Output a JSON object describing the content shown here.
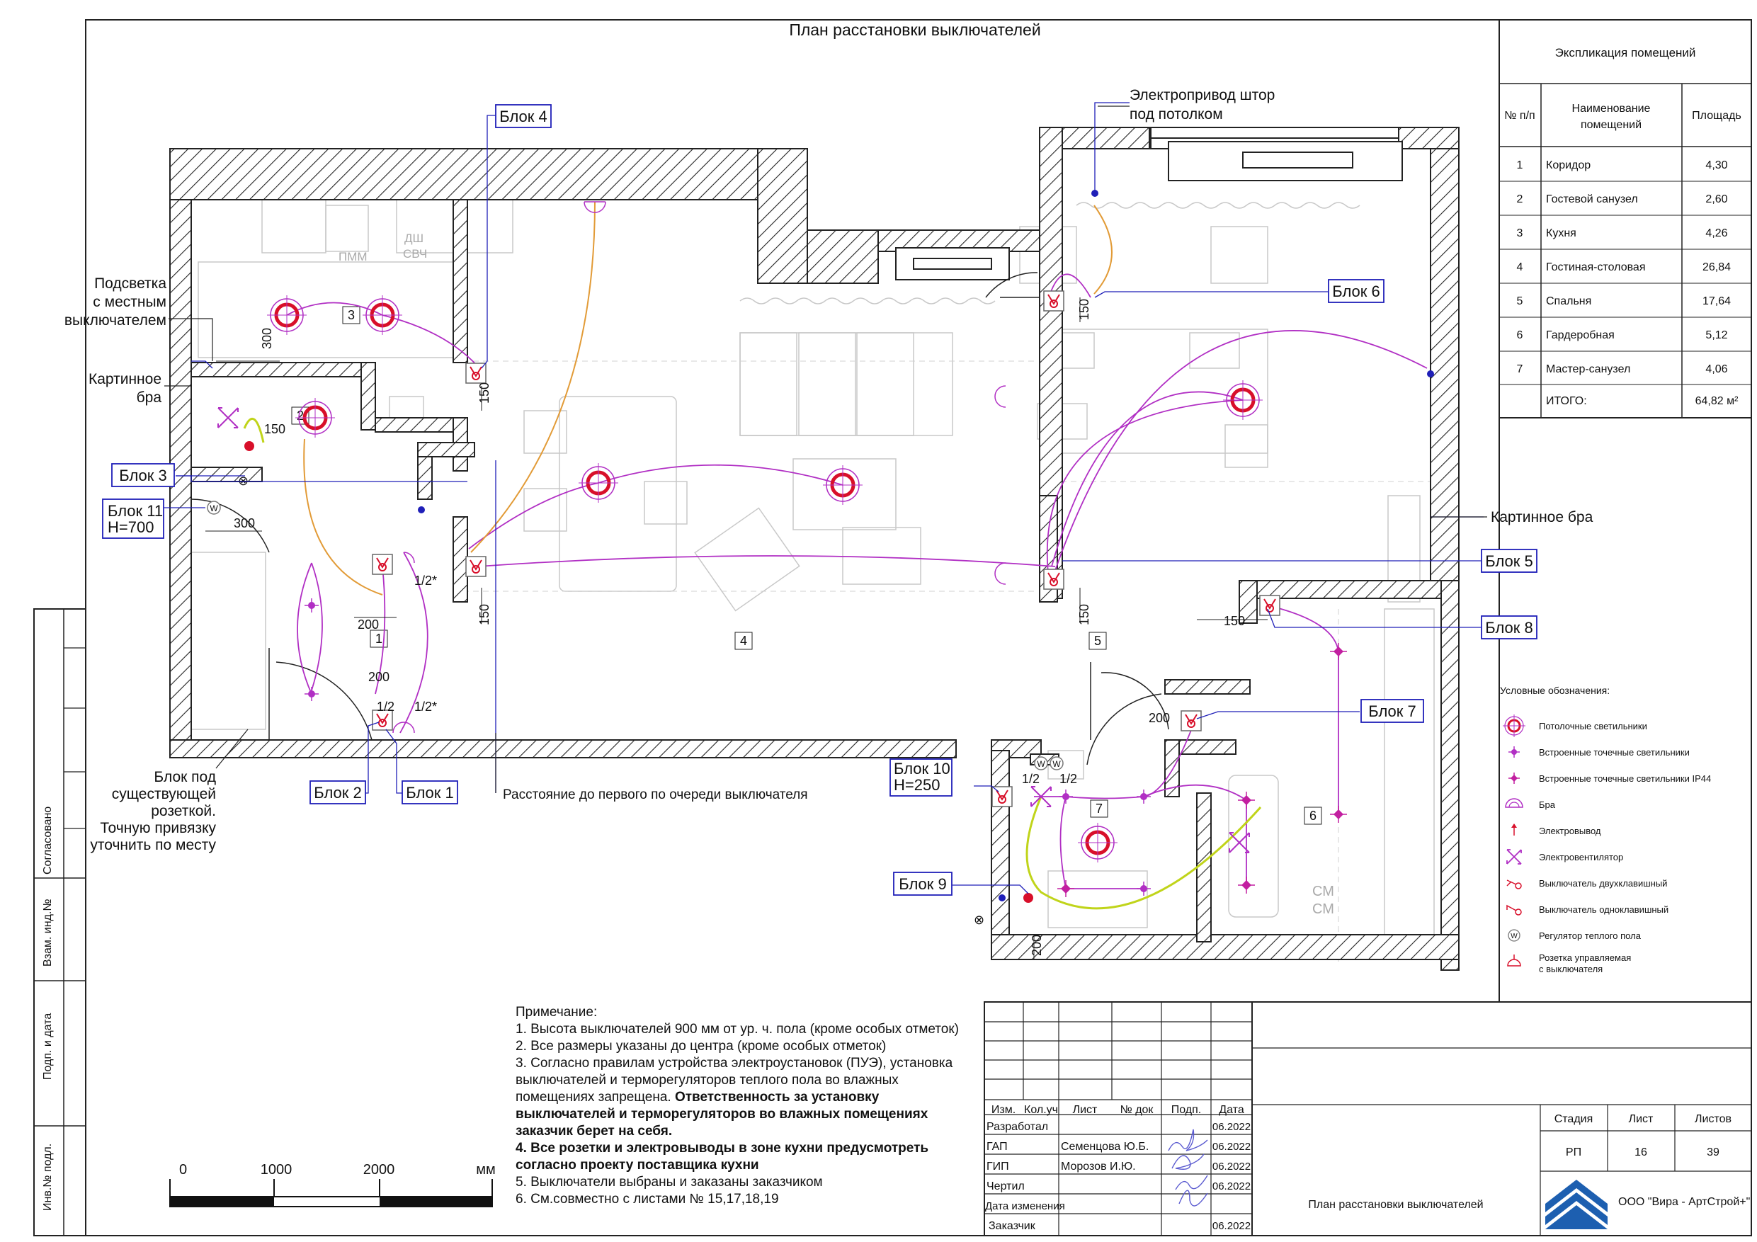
{
  "title": "План расстановки выключателей",
  "explication": {
    "heading": "Экспликация помещений",
    "col_no": "№ п/п",
    "col_name_1": "Наименование",
    "col_name_2": "помещений",
    "col_area": "Площадь",
    "rows": [
      {
        "no": "1",
        "name": "Коридор",
        "area": "4,30"
      },
      {
        "no": "2",
        "name": "Гостевой санузел",
        "area": "2,60"
      },
      {
        "no": "3",
        "name": "Кухня",
        "area": "4,26"
      },
      {
        "no": "4",
        "name": "Гостиная-столовая",
        "area": "26,84"
      },
      {
        "no": "5",
        "name": "Спальня",
        "area": "17,64"
      },
      {
        "no": "6",
        "name": "Гардеробная",
        "area": "5,12"
      },
      {
        "no": "7",
        "name": "Мастер-санузел",
        "area": "4,06"
      }
    ],
    "total_label": "ИТОГО:",
    "total_value": "64,82 м²"
  },
  "legend": {
    "heading": "Условные обозначения:",
    "items": [
      {
        "icon": "ceiling-light",
        "label": "Потолочные светильники"
      },
      {
        "icon": "spot-light",
        "label": "Встроенные точечные светильники"
      },
      {
        "icon": "spot-light-ip44",
        "label": "Встроенные точечные светильники IP44"
      },
      {
        "icon": "sconce",
        "label": "Бра"
      },
      {
        "icon": "power-outlet-wire",
        "label": "Электровывод"
      },
      {
        "icon": "fan",
        "label": "Электровентилятор"
      },
      {
        "icon": "double-switch",
        "label": "Выключатель двухклавишный"
      },
      {
        "icon": "single-switch",
        "label": "Выключатель одноклавишный"
      },
      {
        "icon": "floor-heating-regulator",
        "label": "Регулятор теплого пола"
      },
      {
        "icon": "switched-socket",
        "label_1": "Розетка управляемая",
        "label_2": "с выключателя"
      }
    ]
  },
  "callouts": {
    "blok1": "Блок 1",
    "blok2": "Блок 2",
    "blok3": "Блок 3",
    "blok4": "Блок 4",
    "blok5": "Блок 5",
    "blok6": "Блок 6",
    "blok7": "Блок 7",
    "blok8": "Блок 8",
    "blok9": "Блок 9",
    "blok10": "Блок 10",
    "blok10_h": "H=250",
    "blok11": "Блок 11",
    "blok11_h": "H=700",
    "podsvetka_1": "Подсветка",
    "podsvetka_2": "с местным",
    "podsvetka_3": "выключателем",
    "kartinnoe_1": "Картинное",
    "kartinnoe_2": "бра",
    "kartinnoe_right": "Картинное бра",
    "electro_1": "Электропривод штор",
    "electro_2": "под потолком",
    "blok_pod_1": "Блок под",
    "blok_pod_2": "существующей",
    "blok_pod_3": "розеткой.",
    "blok_pod_4": "Точную привязку",
    "blok_pod_5": "уточнить по месту",
    "distance": "Расстояние до первого по очереди выключателя"
  },
  "plan_labels": {
    "room1": "1",
    "room2": "2",
    "room3": "3",
    "room4": "4",
    "room5": "5",
    "room6": "6",
    "room7": "7",
    "pmm": "ПММ",
    "dsh": "ДШ",
    "svch": "СВЧ",
    "sm1": "СМ",
    "sm2": "СМ",
    "d300a": "300",
    "d300b": "300",
    "d150a": "150",
    "d150b": "150",
    "d150c": "150",
    "d150d": "150",
    "d150e": "150",
    "d150f": "150",
    "d200a": "200",
    "d200b": "200",
    "d200c": "200",
    "d200d": "200",
    "half1": "1/2*",
    "half2": "1/2*",
    "half3": "1/2",
    "half4": "1/2",
    "half5": "1/2"
  },
  "notes": {
    "heading": "Примечание:",
    "n1": "1. Высота выключателей 900 мм от ур. ч. пола (кроме особых отметок)",
    "n2": "2. Все размеры указаны до центра (кроме особых отметок)",
    "n3a": "3. Согласно правилам устройства электроустановок (ПУЭ), установка",
    "n3b": "выключателей и терморегуляторов теплого пола во влажных",
    "n3c": "помещениях запрещена.",
    "n3d": "Ответственность за установку",
    "n3e": "выключателей и терморегуляторов во влажных помещениях",
    "n3f": "заказчик берет на себя.",
    "n4a": "4. Все розетки и электровыводы в зоне кухни предусмотреть",
    "n4b": "согласно проекту поставщика кухни",
    "n5": "5. Выключатели выбраны и заказаны заказчиком",
    "n6": "6. См.совместно с листами № 15,17,18,19"
  },
  "scale": {
    "s0": "0",
    "s1": "1000",
    "s2": "2000",
    "unit": "мм"
  },
  "stamp": {
    "h_izm": "Изм.",
    "h_kol": "Кол.уч",
    "h_list": "Лист",
    "h_doc": "№ док",
    "h_sign": "Подп.",
    "h_date": "Дата",
    "r1": "Разработал",
    "r2": "ГАП",
    "r3": "ГИП",
    "r4": "Чертил",
    "r5": "Дата изменения",
    "r6": "Заказчик",
    "gap_name": "Семенцова Ю.Б.",
    "gip_name": "Морозов И.Ю.",
    "d1": "06.2022",
    "d2": "06.2022",
    "d3": "06.2022",
    "d4": "06.2022",
    "d6": "06.2022",
    "sheet_title": "План расстановки выключателей",
    "stage_h": "Стадия",
    "list_h": "Лист",
    "lists_h": "Листов",
    "stage": "РП",
    "list": "16",
    "lists": "39",
    "company": "ООО \"Вира - АртСтрой+\""
  },
  "side_stamp": {
    "soglas": "Согласовано",
    "vzam": "Взам. инд.№",
    "podp": "Подп. и дата",
    "inv": "Инв.№ подл."
  },
  "colors": {
    "light": "#d80f2a",
    "wire": "#b12fc4",
    "leader": "#1f1fb8",
    "ochre": "#e29b37",
    "lime": "#c0d41a",
    "furniture": "#c8c8c8"
  }
}
